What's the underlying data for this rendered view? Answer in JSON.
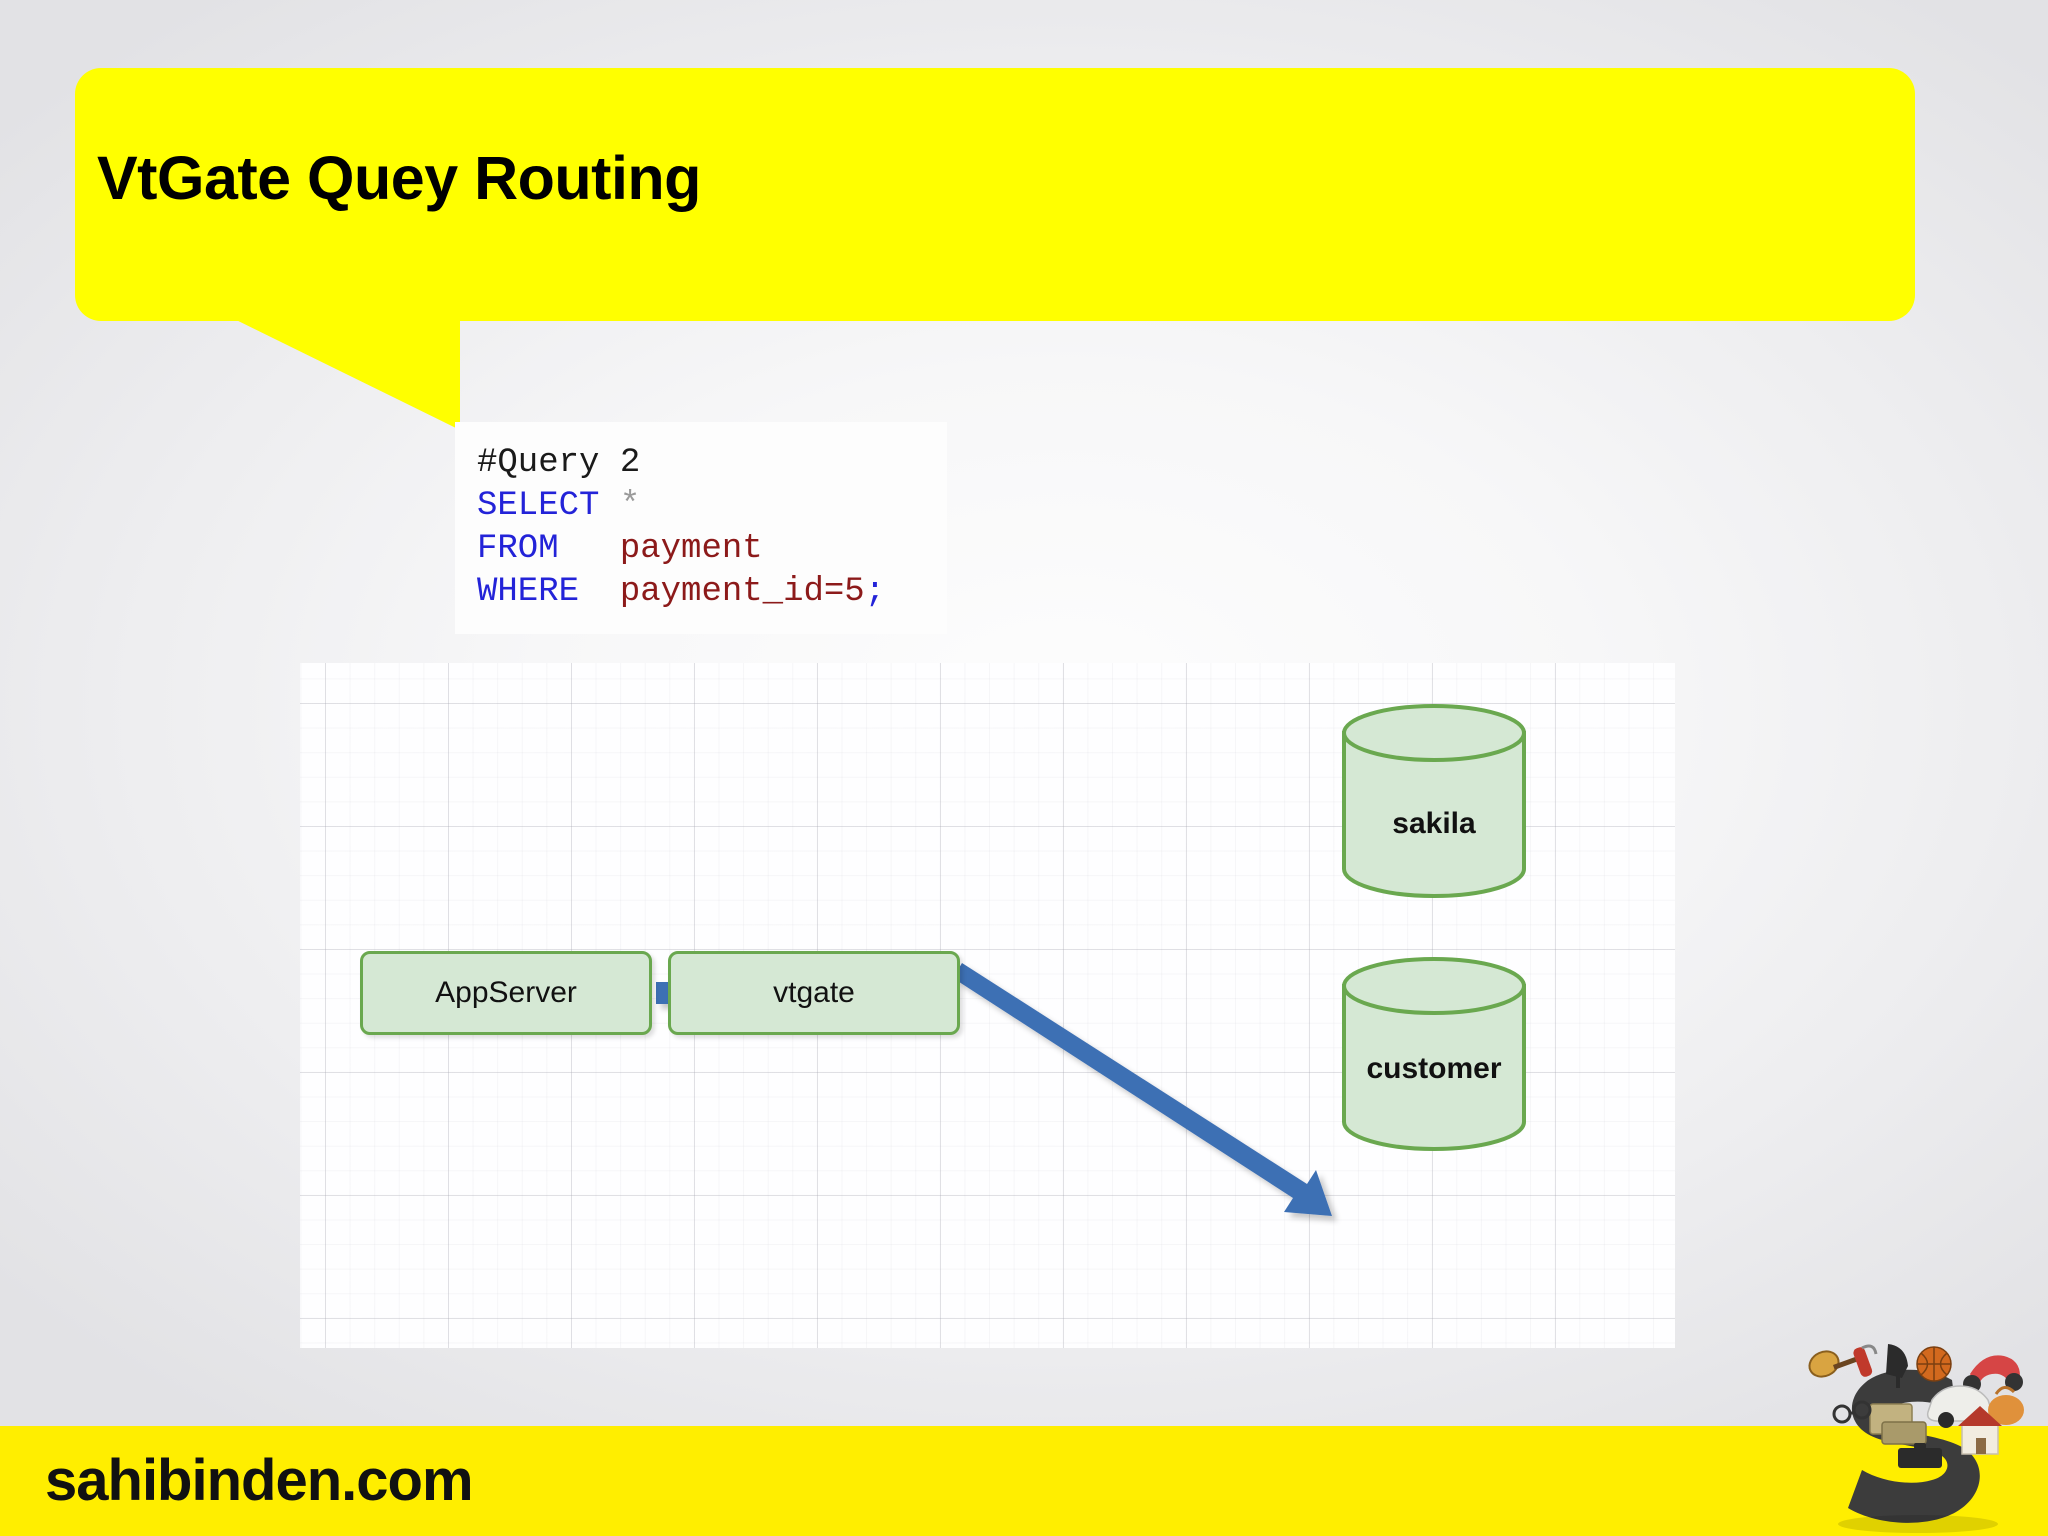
{
  "slide": {
    "title": "VtGate Quey Routing",
    "background_color": "#eeeef0"
  },
  "title_bubble": {
    "color": "#ffff00",
    "text": "VtGate Quey Routing"
  },
  "code_block": {
    "background_color": "#fdfdfd",
    "lines": [
      {
        "comment": "#Query 2"
      },
      {
        "keyword": "SELECT",
        "star": "*"
      },
      {
        "keyword": "FROM",
        "value": "payment"
      },
      {
        "keyword": "WHERE",
        "value": "payment_id=5",
        "terminator": ";"
      }
    ],
    "plain": {
      "l1": "#Query 2",
      "l2_kw": "SELECT",
      "l2_val": "*",
      "l3_kw": "FROM",
      "l3_val": "payment",
      "l4_kw": "WHERE",
      "l4_val": "payment_id=5",
      "l4_semi": ";"
    },
    "colors": {
      "keyword": "#2323d8",
      "value": "#8c1a1a",
      "comment": "#1a1a1a",
      "star": "#9a9a9a"
    }
  },
  "diagram": {
    "node_fill": "#d5e8d4",
    "node_border": "#6aa84f",
    "arrow_color": "#3d6fb4",
    "nodes": [
      {
        "id": "appserver",
        "label": "AppServer",
        "shape": "rounded-rect"
      },
      {
        "id": "vtgate",
        "label": "vtgate",
        "shape": "rounded-rect"
      },
      {
        "id": "sakila",
        "label": "sakila",
        "shape": "cylinder"
      },
      {
        "id": "customer",
        "label": "customer",
        "shape": "cylinder"
      }
    ],
    "edges": [
      {
        "from": "AppServer",
        "to": "vtgate",
        "style": "straight-arrow"
      },
      {
        "from": "vtgate",
        "to": "customer",
        "style": "diagonal-arrow"
      }
    ]
  },
  "footer": {
    "text": "sahibinden.com",
    "bar_color": "#ffee00",
    "logo": "sahibinden-s-logo"
  }
}
